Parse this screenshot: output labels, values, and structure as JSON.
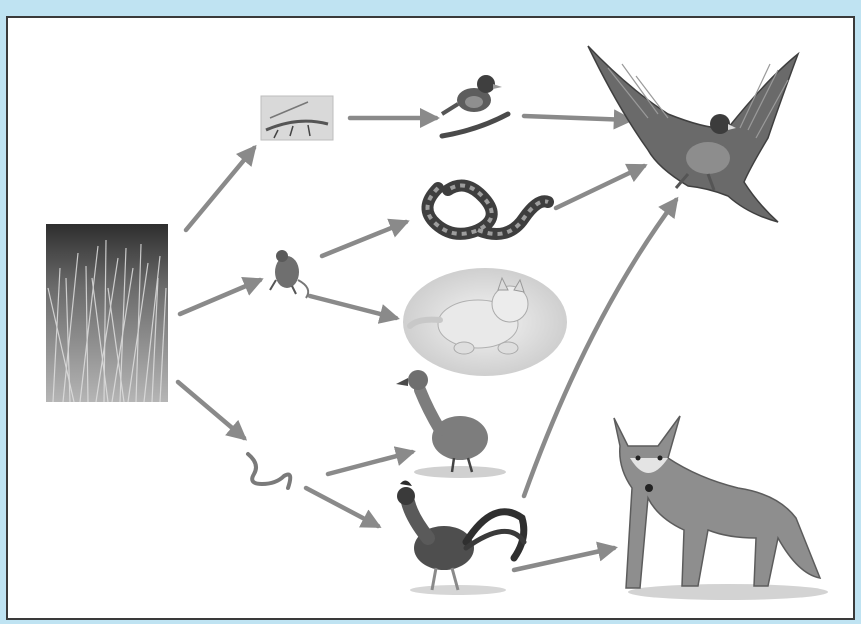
{
  "diagram": {
    "kind": "food-web",
    "nodes": [
      {
        "id": "grass",
        "icon": "grass-photo-icon"
      },
      {
        "id": "grasshopper",
        "icon": "grasshopper-photo-icon"
      },
      {
        "id": "mouse",
        "icon": "mouse-photo-icon"
      },
      {
        "id": "earthworm",
        "icon": "earthworm-icon"
      },
      {
        "id": "bird",
        "icon": "bird-photo-icon"
      },
      {
        "id": "snake",
        "icon": "snake-photo-icon"
      },
      {
        "id": "cat",
        "icon": "cat-photo-icon"
      },
      {
        "id": "duck",
        "icon": "duck-photo-icon"
      },
      {
        "id": "rooster",
        "icon": "rooster-photo-icon"
      },
      {
        "id": "hawk",
        "icon": "hawk-photo-icon"
      },
      {
        "id": "fox",
        "icon": "fox-photo-icon"
      }
    ],
    "edges": [
      {
        "from": "grass",
        "to": "grasshopper"
      },
      {
        "from": "grass",
        "to": "mouse"
      },
      {
        "from": "grass",
        "to": "earthworm"
      },
      {
        "from": "grasshopper",
        "to": "bird"
      },
      {
        "from": "bird",
        "to": "hawk"
      },
      {
        "from": "mouse",
        "to": "snake"
      },
      {
        "from": "mouse",
        "to": "cat"
      },
      {
        "from": "snake",
        "to": "hawk"
      },
      {
        "from": "earthworm",
        "to": "duck"
      },
      {
        "from": "earthworm",
        "to": "rooster"
      },
      {
        "from": "rooster",
        "to": "hawk"
      },
      {
        "from": "rooster",
        "to": "fox"
      }
    ]
  },
  "colors": {
    "background": "#bfe3f2",
    "panel": "#ffffff",
    "border": "#3a3a3a",
    "arrow": "#8a8a8a"
  }
}
